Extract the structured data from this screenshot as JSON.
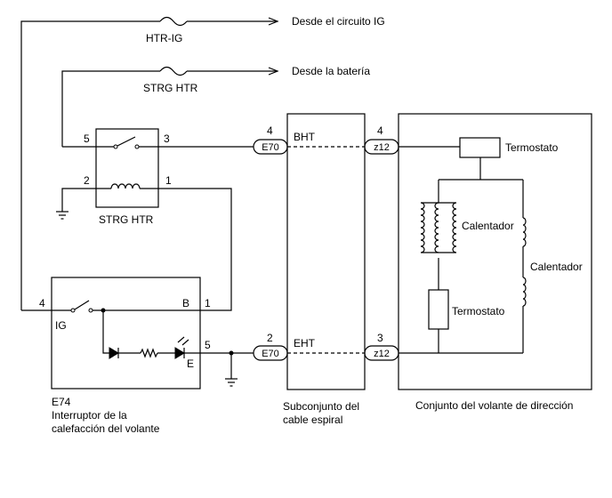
{
  "sources": {
    "ig": "Desde el circuito IG",
    "battery": "Desde la batería"
  },
  "fuses": {
    "htr_ig": "HTR-IG",
    "strg_htr": "STRG HTR"
  },
  "relay": {
    "label": "STRG HTR",
    "pins": {
      "p5": "5",
      "p3": "3",
      "p2": "2",
      "p1": "1"
    }
  },
  "switch": {
    "code": "E74",
    "name_line1": "Interruptor de la",
    "name_line2": "calefacción del volante",
    "ig_label": "IG",
    "b_label": "B",
    "e_label": "E",
    "pins": {
      "p4": "4",
      "p1": "1",
      "p5": "5"
    }
  },
  "connectors": {
    "e70": "E70",
    "z12": "z12",
    "bht": {
      "label": "BHT",
      "e70_pin": "4",
      "z12_pin": "4"
    },
    "eht": {
      "label": "EHT",
      "e70_pin": "2",
      "z12_pin": "3"
    }
  },
  "spiral_cable": {
    "line1": "Subconjunto del",
    "line2": "cable espiral"
  },
  "steering_wheel": {
    "title": "Conjunto del volante de dirección",
    "thermostat_top": "Termostato",
    "heater_left": "Calentador",
    "heater_right": "Calentador",
    "thermostat_bottom": "Termostato"
  }
}
